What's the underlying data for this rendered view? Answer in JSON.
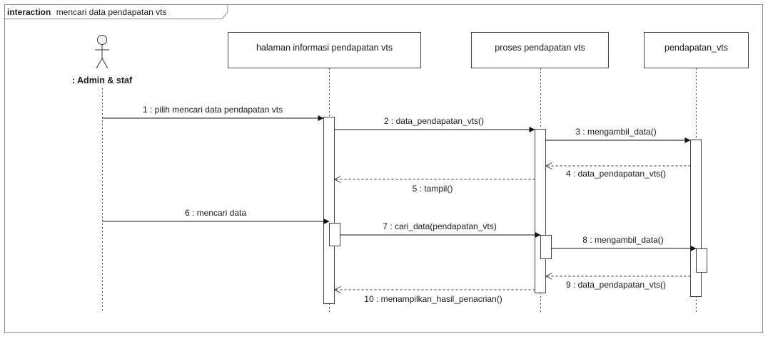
{
  "frame": {
    "keyword": "interaction",
    "name": "mencari data pendapatan vts"
  },
  "actor": {
    "name": ": Admin & staf",
    "icon": "stick-figure-icon"
  },
  "lifelines": [
    {
      "id": "page",
      "label": "halaman informasi pendapatan vts"
    },
    {
      "id": "process",
      "label": "proses pendapatan vts"
    },
    {
      "id": "table",
      "label": "pendapatan_vts"
    }
  ],
  "messages": [
    {
      "n": "1",
      "label": "1 : pilih mencari data pendapatan vts",
      "from": "actor",
      "to": "page",
      "kind": "sync"
    },
    {
      "n": "2",
      "label": "2 : data_pendapatan_vts()",
      "from": "page",
      "to": "process",
      "kind": "sync"
    },
    {
      "n": "3",
      "label": "3 : mengambil_data()",
      "from": "process",
      "to": "table",
      "kind": "sync"
    },
    {
      "n": "4",
      "label": "4 : data_pendapatan_vts()",
      "from": "table",
      "to": "process",
      "kind": "return"
    },
    {
      "n": "5",
      "label": "5 : tampil()",
      "from": "process",
      "to": "page",
      "kind": "return"
    },
    {
      "n": "6",
      "label": "6 : mencari data",
      "from": "actor",
      "to": "page",
      "kind": "sync"
    },
    {
      "n": "7",
      "label": "7 : cari_data(pendapatan_vts)",
      "from": "page",
      "to": "process",
      "kind": "sync"
    },
    {
      "n": "8",
      "label": "8 : mengambil_data()",
      "from": "process",
      "to": "table",
      "kind": "sync"
    },
    {
      "n": "9",
      "label": "9 : data_pendapatan_vts()",
      "from": "table",
      "to": "process",
      "kind": "return"
    },
    {
      "n": "10",
      "label": "10 : menampilkan_hasil_penacrian()",
      "from": "process",
      "to": "page",
      "kind": "return"
    }
  ]
}
